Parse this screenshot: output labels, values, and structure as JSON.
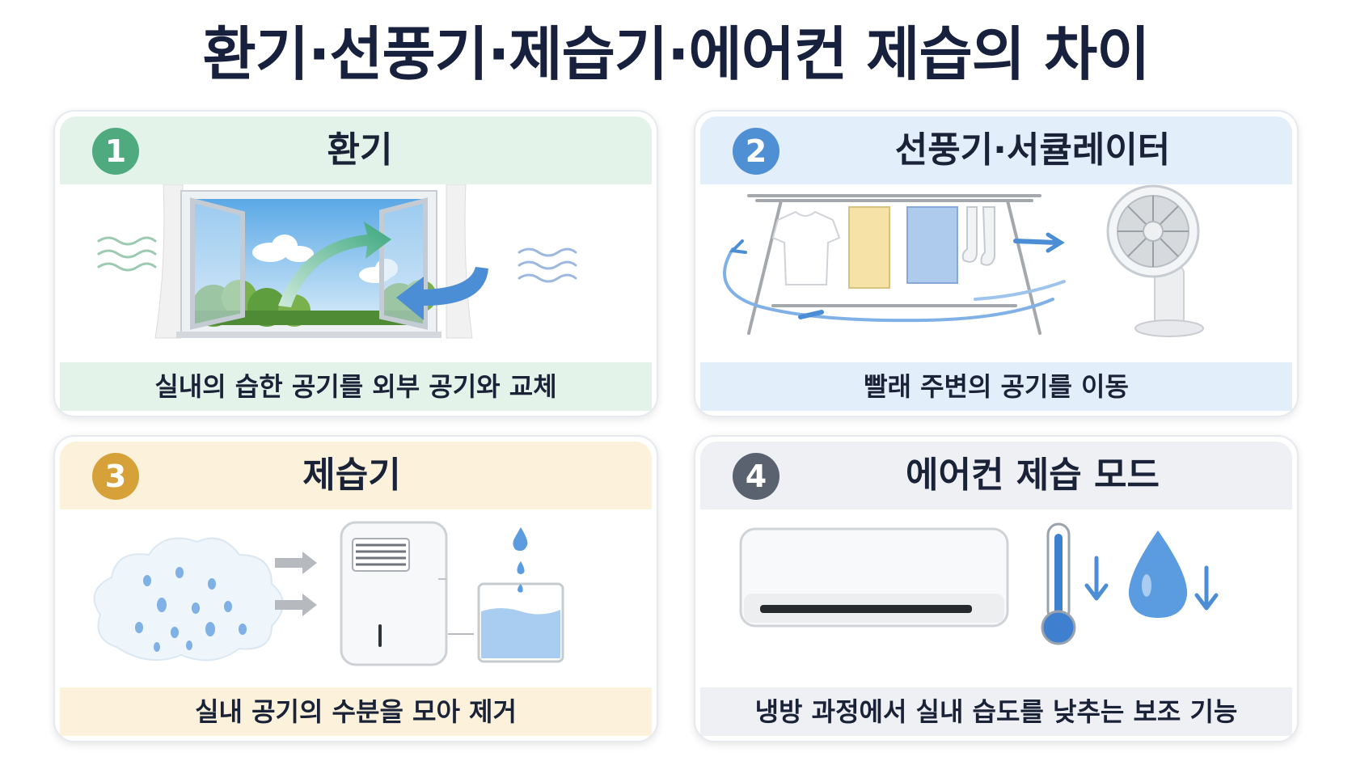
{
  "title": "환기·선풍기·제습기·에어컨 제습의 차이",
  "cards": [
    {
      "number": "1",
      "title": "환기",
      "description": "실내의 습한 공기를 외부 공기와 교체",
      "color": "#4faa80"
    },
    {
      "number": "2",
      "title": "선풍기·서큘레이터",
      "description": "빨래 주변의 공기를 이동",
      "color": "#4f90d4"
    },
    {
      "number": "3",
      "title": "제습기",
      "description": "실내 공기의 수분을 모아 제거",
      "color": "#d7a13a"
    },
    {
      "number": "4",
      "title": "에어컨 제습 모드",
      "description": "냉방 과정에서 실내 습도를 낮추는 보조 기능",
      "color": "#5a6270"
    }
  ]
}
